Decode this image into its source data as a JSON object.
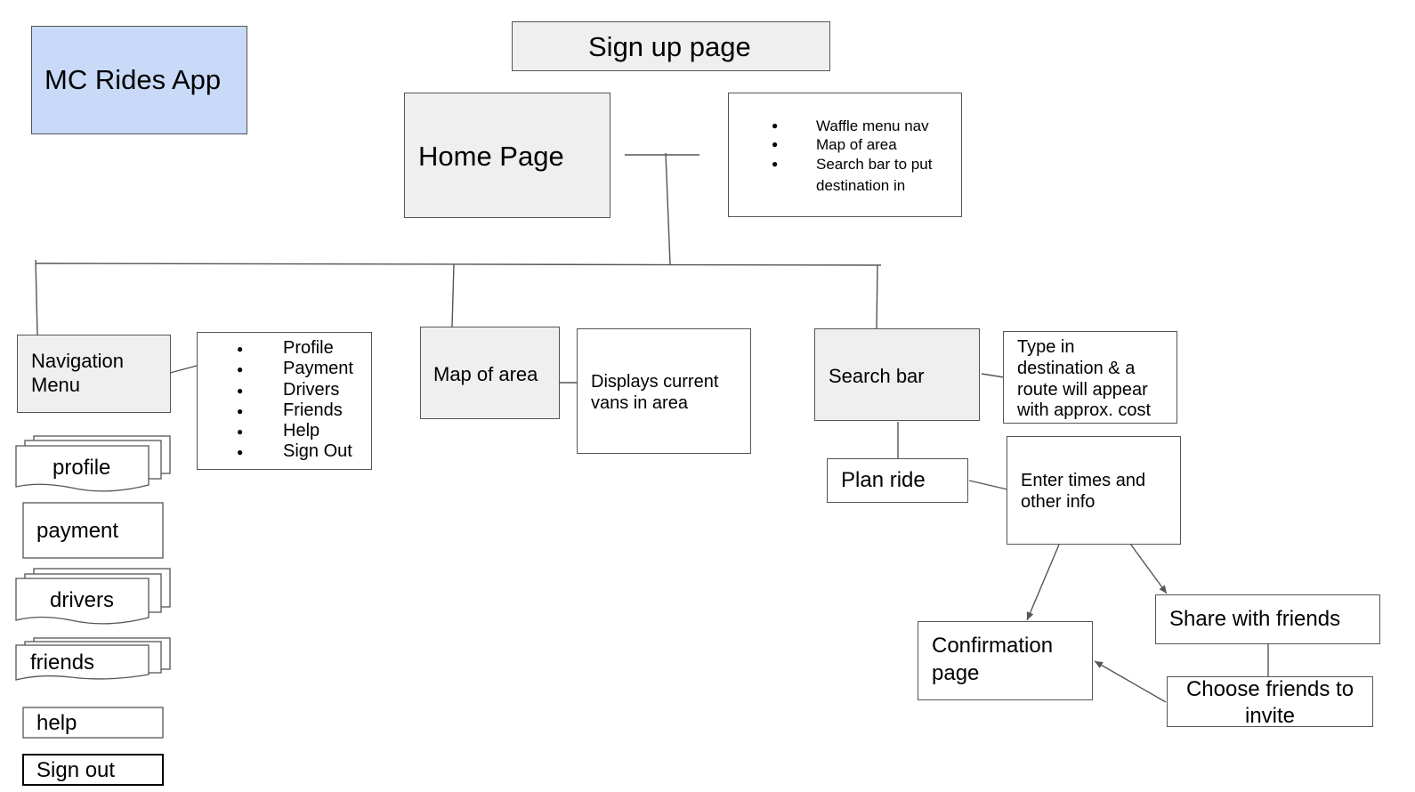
{
  "title": "MC Rides App",
  "signup": "Sign up page",
  "home": {
    "label": "Home Page",
    "features": [
      "Waffle menu nav",
      "Map of area",
      "Search bar to put",
      "destination in"
    ]
  },
  "nav": {
    "label_1": "Navigation",
    "label_2": "Menu",
    "items": [
      "Profile",
      "Payment",
      "Drivers",
      "Friends",
      "Help",
      "Sign Out"
    ],
    "pages": {
      "profile": "profile",
      "payment": "payment",
      "drivers": "drivers",
      "friends": "friends",
      "help": "help",
      "signout": "Sign out"
    }
  },
  "map": {
    "label": "Map of area",
    "desc_1": "Displays current",
    "desc_2": "vans in area"
  },
  "search": {
    "label": "Search bar",
    "desc": [
      "Type in",
      "destination & a",
      "route will appear",
      "with approx. cost"
    ]
  },
  "plan": {
    "label": "Plan ride",
    "desc_1": "Enter times and",
    "desc_2": "other info"
  },
  "confirm": {
    "line_1": "Confirmation",
    "line_2": "page"
  },
  "share": {
    "label": "Share with friends"
  },
  "choose": {
    "line_1": "Choose friends to",
    "line_2": "invite"
  }
}
